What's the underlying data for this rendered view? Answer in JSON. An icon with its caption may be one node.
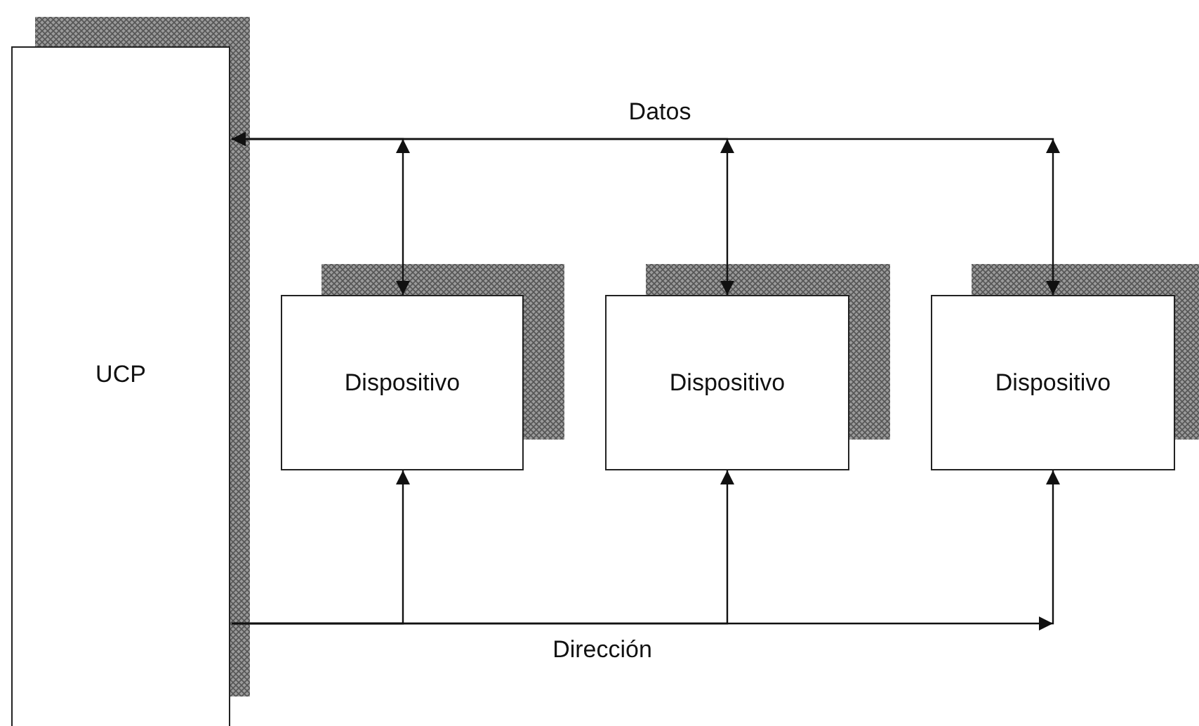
{
  "diagram": {
    "nodes": [
      {
        "text": [
          "UCP"
        ]
      },
      {
        "text": [
          "Dispositivo"
        ]
      },
      {
        "text": [
          "Dispositivo"
        ]
      },
      {
        "text": [
          "Dispositivo"
        ]
      }
    ],
    "edges": [
      {
        "from": 1,
        "to": 0,
        "arrow": "both"
      },
      {
        "from": 2,
        "to": 0,
        "arrow": "both",
        "label": "Datos"
      },
      {
        "from": 3,
        "to": 0,
        "arrow": "both"
      },
      {
        "from": 0,
        "to": 1,
        "arrow": "to"
      },
      {
        "from": 0,
        "to": 2,
        "arrow": "to",
        "label": "Dirección"
      },
      {
        "from": 0,
        "to": 3,
        "arrow": "to"
      }
    ]
  }
}
